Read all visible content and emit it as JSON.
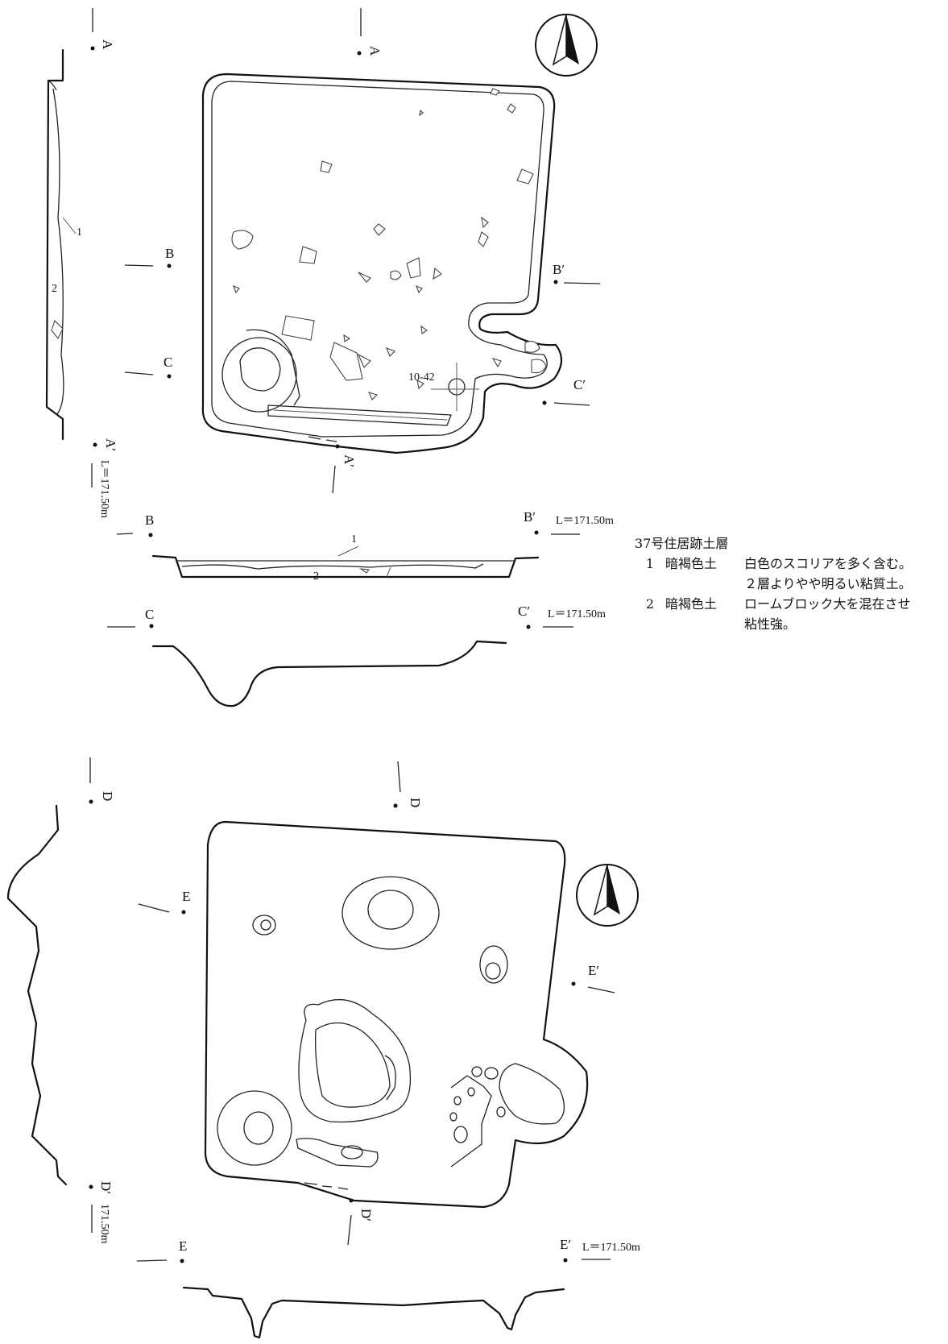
{
  "upper_plan": {
    "labels": {
      "A": "A",
      "A_prime": "A′",
      "B": "B",
      "B_prime": "B′",
      "C": "C",
      "C_prime": "C′",
      "find": "10-42",
      "level_a": "L＝171.50m",
      "level_b": "L＝171.50m",
      "level_c": "L＝171.50m",
      "layer1": "1",
      "layer2": "2",
      "sec_layer1": "1",
      "sec_layer2": "2"
    }
  },
  "legend": {
    "title": "37号住居跡土層",
    "rows": [
      {
        "no": "1",
        "soil": "暗褐色土",
        "desc": [
          "白色のスコリアを多く含む。",
          "２層よりやや明るい粘質土。"
        ]
      },
      {
        "no": "2",
        "soil": "暗褐色土",
        "desc": [
          "ロームブロック大を混在させ",
          "粘性強。"
        ]
      }
    ]
  },
  "lower_plan": {
    "labels": {
      "D": "D",
      "D_prime": "D′",
      "E": "E",
      "E_prime": "E′",
      "level_d": "171.50m",
      "level_e": "L＝171.50m"
    }
  },
  "icons": [
    "north-arrow-icon"
  ]
}
